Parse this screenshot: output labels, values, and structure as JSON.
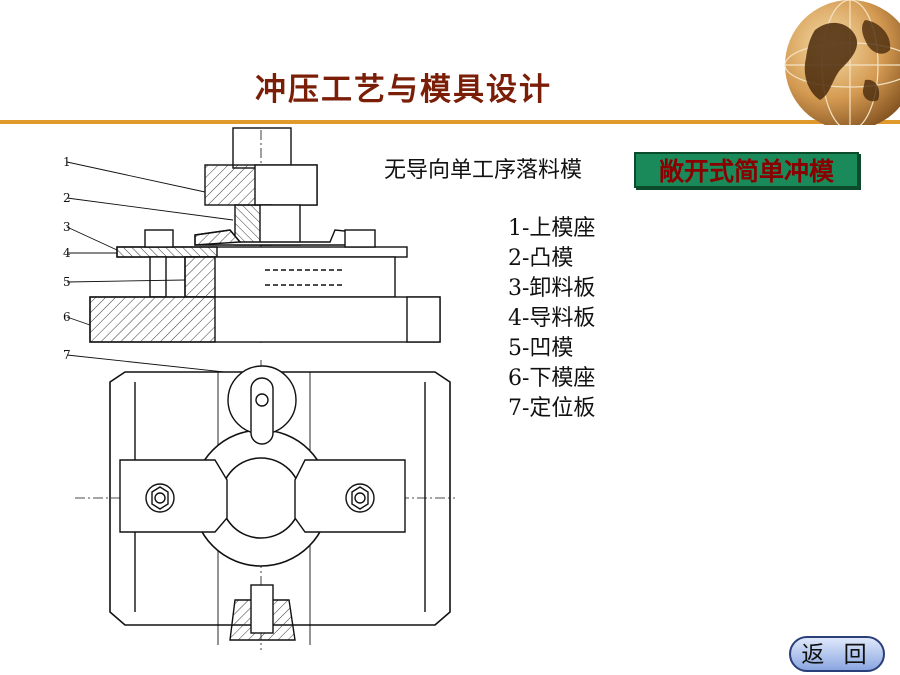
{
  "header": {
    "title": "冲压工艺与模具设计",
    "accent_color": "#e09a2c",
    "title_color": "#7a1e08"
  },
  "figure": {
    "caption": "无导向单工序落料模",
    "tag": "敞开式简单冲模",
    "tag_bg": "#1a8a5a",
    "callouts": [
      "1",
      "2",
      "3",
      "4",
      "5",
      "6",
      "7"
    ],
    "legend": [
      "1-上模座",
      "2-凸模",
      "3-卸料板",
      "4-导料板",
      "5-凹模",
      "6-下模座",
      "7-定位板"
    ]
  },
  "nav": {
    "back_label": "返 回",
    "back_icon": "rounded-pill-button"
  }
}
